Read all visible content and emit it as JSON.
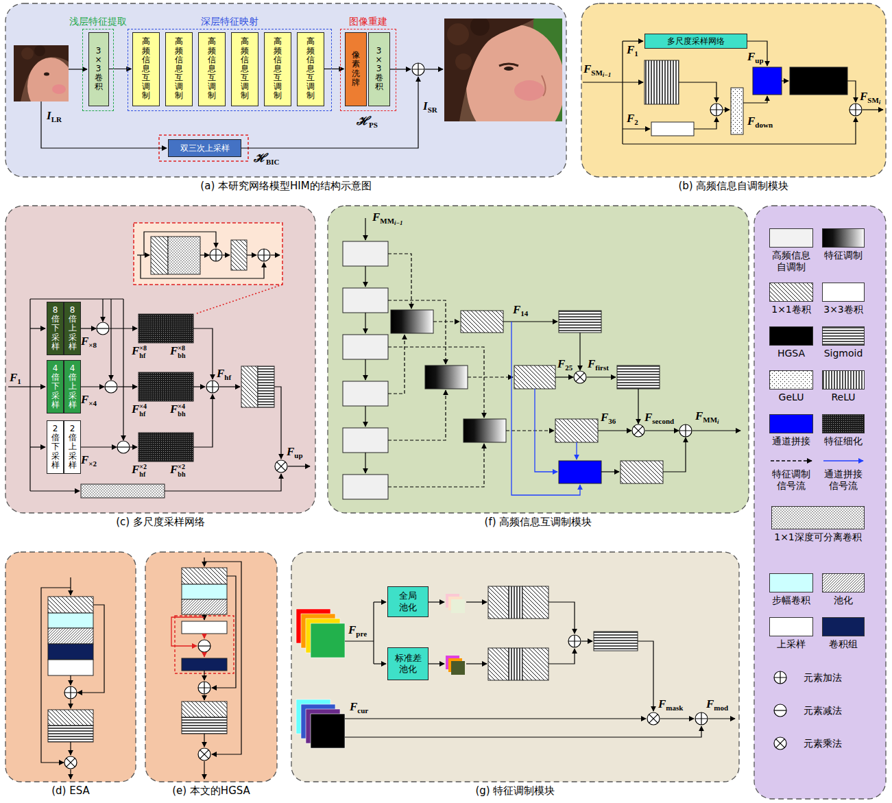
{
  "diagram": {
    "nodes": [
      {
        "text": [
          "(a) 本研究网络模型HIM的结构示意图"
        ]
      },
      {
        "text": [
          "浅层特征提取"
        ],
        "in": 0
      },
      {
        "text": [
          "3×3卷积"
        ],
        "in": 1
      },
      {
        "text": [
          "深层特征映射"
        ],
        "in": 0
      },
      {
        "text": [
          "高频信息互调制"
        ],
        "in": 3
      },
      {
        "text": [
          "高频信息互调制"
        ],
        "in": 3
      },
      {
        "text": [
          "高频信息互调制"
        ],
        "in": 3
      },
      {
        "text": [
          "高频信息互调制"
        ],
        "in": 3
      },
      {
        "text": [
          "高频信息互调制"
        ],
        "in": 3
      },
      {
        "text": [
          "高频信息互调制"
        ],
        "in": 3
      },
      {
        "text": [
          "图像重建"
        ],
        "in": 0
      },
      {
        "text": [
          "像素洗牌"
        ],
        "in": 10
      },
      {
        "text": [
          "3×3卷积"
        ],
        "in": 10
      },
      {
        "text": [
          "双三次上采样"
        ],
        "in": 0
      },
      {
        "text": [
          "(b) 高频信息自调制模块"
        ]
      },
      {
        "text": [
          "多尺度采样网络"
        ],
        "in": 14
      },
      {
        "text": [
          "(c) 多尺度采样网络"
        ]
      },
      {
        "text": [
          "8倍下采样"
        ],
        "in": 16
      },
      {
        "text": [
          "8倍上采样"
        ],
        "in": 16
      },
      {
        "text": [
          "4倍下采样"
        ],
        "in": 16
      },
      {
        "text": [
          "4倍上采样"
        ],
        "in": 16
      },
      {
        "text": [
          "2倍下采样"
        ],
        "in": 16
      },
      {
        "text": [
          "2倍上采样"
        ],
        "in": 16
      },
      {
        "text": [
          "(f) 高频信息互调制模块"
        ]
      },
      {
        "text": [
          "(d) ESA"
        ]
      },
      {
        "text": [
          "(e) 本文的HGSA"
        ]
      },
      {
        "text": [
          "(g) 特征调制模块"
        ]
      },
      {
        "text": [
          "全局池化"
        ],
        "in": 26
      },
      {
        "text": [
          "标准差池化"
        ],
        "in": 26
      }
    ],
    "edges": [
      {
        "from": 2,
        "to": 4,
        "arrow": "to"
      },
      {
        "from": 9,
        "to": 11,
        "arrow": "to"
      }
    ],
    "labels": [
      "ILR",
      "ISR",
      "ℋPS",
      "ℋBIC",
      "FSMi−1",
      "F1",
      "F2",
      "Fup",
      "Fdown",
      "FSMi",
      "F1",
      "F×8",
      "F×4",
      "F×2",
      "F×8hf",
      "F×8bh",
      "F×4hf",
      "F×4bh",
      "F×2hf",
      "F×2bh",
      "Fhf",
      "Fup",
      "FMMi−1",
      "F14",
      "F25",
      "Ffirst",
      "F36",
      "Fsecond",
      "FMMi",
      "Fpre",
      "Fcur",
      "Fmask",
      "Fmod"
    ],
    "legend": [
      {
        "text": "高频信息自调制",
        "color": "#f2f2f2"
      },
      {
        "text": "特征调制"
      },
      {
        "text": "1×1卷积"
      },
      {
        "text": "3×3卷积",
        "color": "#ffffff"
      },
      {
        "text": "HGSA",
        "color": "#000000"
      },
      {
        "text": "Sigmoid"
      },
      {
        "text": "GeLU"
      },
      {
        "text": "ReLU"
      },
      {
        "text": "通道拼接",
        "color": "#0000ff"
      },
      {
        "text": "特征细化"
      },
      {
        "text": "特征调制信号流"
      },
      {
        "text": "通道拼接信号流"
      },
      {
        "text": "1×1深度可分离卷积"
      },
      {
        "text": "步幅卷积",
        "color": "#ccffff"
      },
      {
        "text": "池化"
      },
      {
        "text": "上采样",
        "color": "#ffffff"
      },
      {
        "text": "卷积组",
        "color": "#0d1f5c"
      },
      {
        "text": "元素加法"
      },
      {
        "text": "元素减法"
      },
      {
        "text": "元素乘法"
      }
    ]
  }
}
